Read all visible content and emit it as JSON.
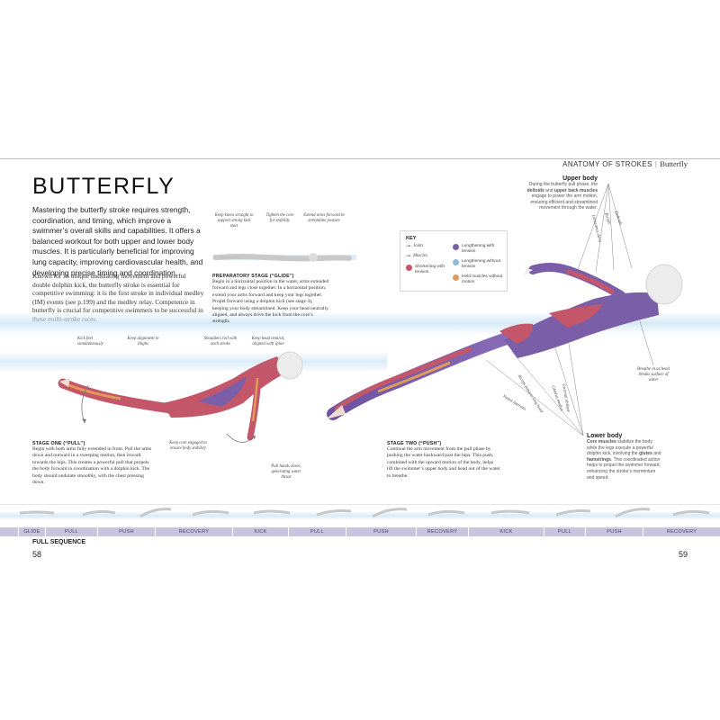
{
  "header": {
    "section": "ANATOMY OF STROKES",
    "separator": "|",
    "subsection": "Butterfly"
  },
  "title": "BUTTERFLY",
  "intro": "Mastering the butterfly stroke requires strength, coordination, and timing, which improve a swimmer’s overall skills and capabilities. It offers a balanced workout for both upper and lower body muscles. It is particularly beneficial for improving lung capacity, improving cardiovascular health, and developing precise timing and coordination.",
  "body": "Known for its unique undulating movement and powerful double dolphin kick, the butterfly stroke is essential for competitive swimming: it is the first stroke in individual medley (IM) events (see p.199) and the medley relay. Competence in butterfly is crucial for competitive swimmers to be successful in these multi-stroke races.",
  "glide_callouts": {
    "knees": "Keep knees straight to support strong kick start",
    "core": "Tighten the core for stability",
    "arms": "Extend arms forward to streamline posture"
  },
  "preparatory": {
    "heading": "PREPARATORY STAGE (“GLIDE”)",
    "text": "Begin in a horizontal position in the water, arms extended forward and legs close together. In a horizontal position, extend your arms forward and keep your legs together. Propel forward using a dolphin kick (see stage 4), keeping your body streamlined. Keep your head neutrally aligned, and always drive the kick from the core’s strength."
  },
  "key": {
    "title": "KEY",
    "joints": "Joints",
    "muscles": "Muscles",
    "shortening": "Shortening with tension",
    "lengthening": "Lengthening with tension",
    "lengthening_no": "Lengthening without tension",
    "held": "Held muscles without motion",
    "colors": {
      "shortening": "#c4566a",
      "lengthening": "#7a5fa8",
      "lengthening_no": "#8fb8d6",
      "held": "#e29a58"
    }
  },
  "upper_body": {
    "heading": "Upper body",
    "text_pre": "During the butterfly pull phase, the ",
    "bold1": "deltoids",
    "text_mid": " and ",
    "bold2": "upper back muscles",
    "text_post": " engage to power the arm motion, ensuring efficient and streamlined movement through the water."
  },
  "upper_labels": [
    "Deltoids",
    "Biceps",
    "Latissimus dorsi"
  ],
  "stage1": {
    "heading": "STAGE ONE (“PULL”)",
    "text": "Begin with both arms fully extended in front. Pull the arms down and outward in a sweeping motion, then inward towards the hips. This creates a powerful pull that propels the body forward in coordination with a dolphin kick. The body should undulate smoothly, with the chest pressing down."
  },
  "stage1_callouts": {
    "kick": "Kick feet simultaneously",
    "thighs": "Keep alignment in thighs",
    "shoulders": "Shoulders roll with each stroke",
    "head": "Keep head neutral, aligned with spine",
    "core": "Keep core engaged to ensure body stability",
    "pull": "Pull hands down, generating water thrust"
  },
  "stage2": {
    "heading": "STAGE TWO (“PUSH”)",
    "text": "Continue the arm movement from the pull phase by pushing the water backward past the hips. This push, combined with the upward motion of the body, helps lift the swimmer’s upper body and head out of the water to breathe."
  },
  "muscle_labels": [
    "Biceps femoris long head",
    "Vastus lateralis",
    "Gluteus medius",
    "External oblique"
  ],
  "breathe": "Breathe in as head breaks surface of water",
  "lower_body": {
    "heading": "Lower body",
    "text_pre": "",
    "bold1": "Core muscles",
    "text_mid": " stabilize the body while the legs execute a powerful dolphin kick, involving the ",
    "bold2": "glutes",
    "text_and": " and ",
    "bold3": "hamstrings",
    "text_post": ". This coordinated action helps to propel the swimmer forward, enhancing the stroke’s momentum and speed."
  },
  "sequence": {
    "label": "FULL SEQUENCE",
    "steps": [
      "GLIDE",
      "PULL",
      "PUSH",
      "RECOVERY",
      "KICK",
      "PULL",
      "PUSH",
      "RECOVERY",
      "KICK",
      "PULL",
      "PUSH",
      "RECOVERY"
    ]
  },
  "pages": {
    "left": "58",
    "right": "59"
  }
}
